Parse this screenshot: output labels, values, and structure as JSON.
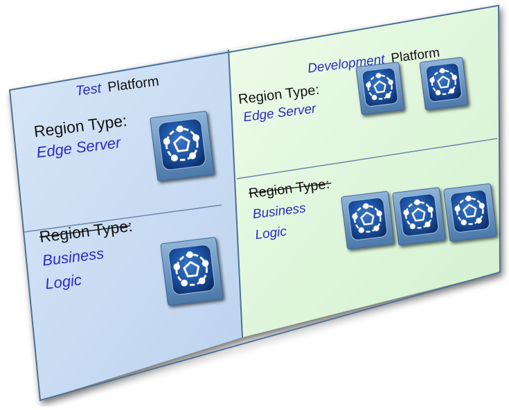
{
  "colors": {
    "test_panel": "#c9dcf2",
    "dev_panel": "#e2f7df",
    "frame_border": "#4f6f95",
    "icon_outer": "#5b87b4",
    "icon_inner": "#16408a",
    "label_blue": "#2a2ac8",
    "label_black": "#111111"
  },
  "icon_name": "network-pentagon-icon",
  "platforms": [
    {
      "title_italic": "Test",
      "title_plain": "Platform",
      "regions": [
        {
          "label": "Region Type:",
          "value_lines": [
            "Edge Server"
          ],
          "label_struck": false,
          "node_count": 1
        },
        {
          "label": "Region Type:",
          "value_lines": [
            "Business",
            "Logic"
          ],
          "label_struck": true,
          "node_count": 1
        }
      ]
    },
    {
      "title_italic": "Development",
      "title_plain": "Platform",
      "regions": [
        {
          "label": "Region Type:",
          "value_lines": [
            "Edge Server"
          ],
          "label_struck": false,
          "node_count": 2
        },
        {
          "label": "Region Type:",
          "value_lines": [
            "Business",
            "Logic"
          ],
          "label_struck": true,
          "node_count": 3
        }
      ]
    }
  ]
}
